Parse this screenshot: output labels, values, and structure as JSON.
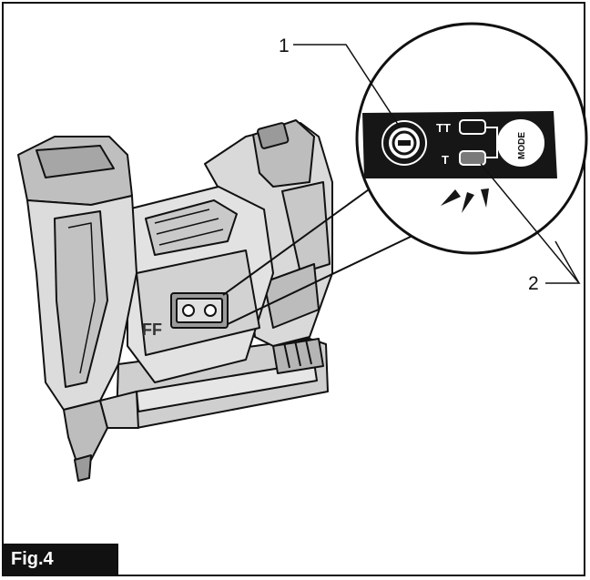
{
  "figure": {
    "label": "Fig.4"
  },
  "callouts": [
    {
      "number": "1"
    },
    {
      "number": "2"
    }
  ],
  "panel": {
    "mode_label": "MODE",
    "double_mark": "TT",
    "single_mark": "T"
  },
  "colors": {
    "ink": "#111111",
    "paper": "#ffffff",
    "tool_gray": "#d4d4d4",
    "tool_dark": "#8a8a8a"
  },
  "icons": [
    "power-button-icon",
    "mode-button-icon",
    "indicator-lamp-icon",
    "light-rays-icon"
  ]
}
